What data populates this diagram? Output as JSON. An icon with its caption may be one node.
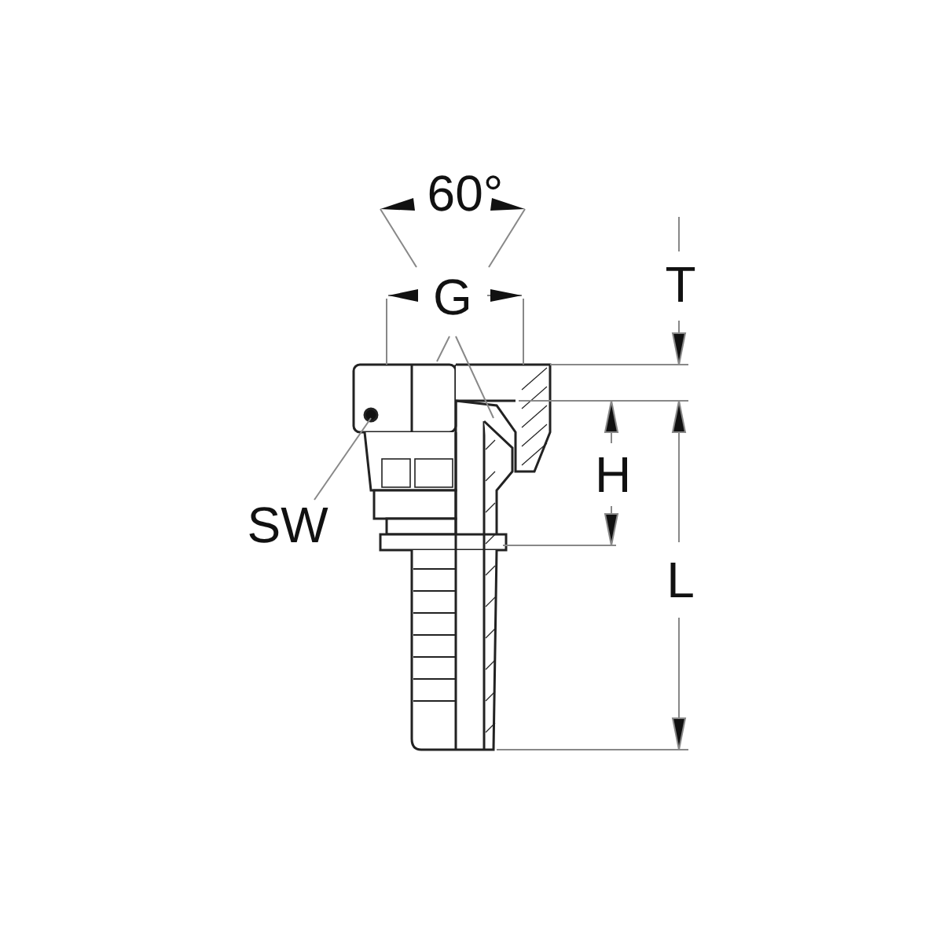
{
  "diagram": {
    "nodes": [
      {
        "text": [
          "SW"
        ]
      },
      {
        "text": [
          "G"
        ]
      },
      {
        "text": [],
        "shape": "picture"
      }
    ],
    "edges": [
      {
        "from": 0,
        "to": 2,
        "arrow": "none"
      },
      {
        "from": 1,
        "to": 2,
        "arrow": "none"
      },
      {
        "from": 1,
        "to": 2,
        "arrow": "none"
      }
    ],
    "labels": [
      "60°",
      "T",
      "H",
      "L"
    ]
  }
}
